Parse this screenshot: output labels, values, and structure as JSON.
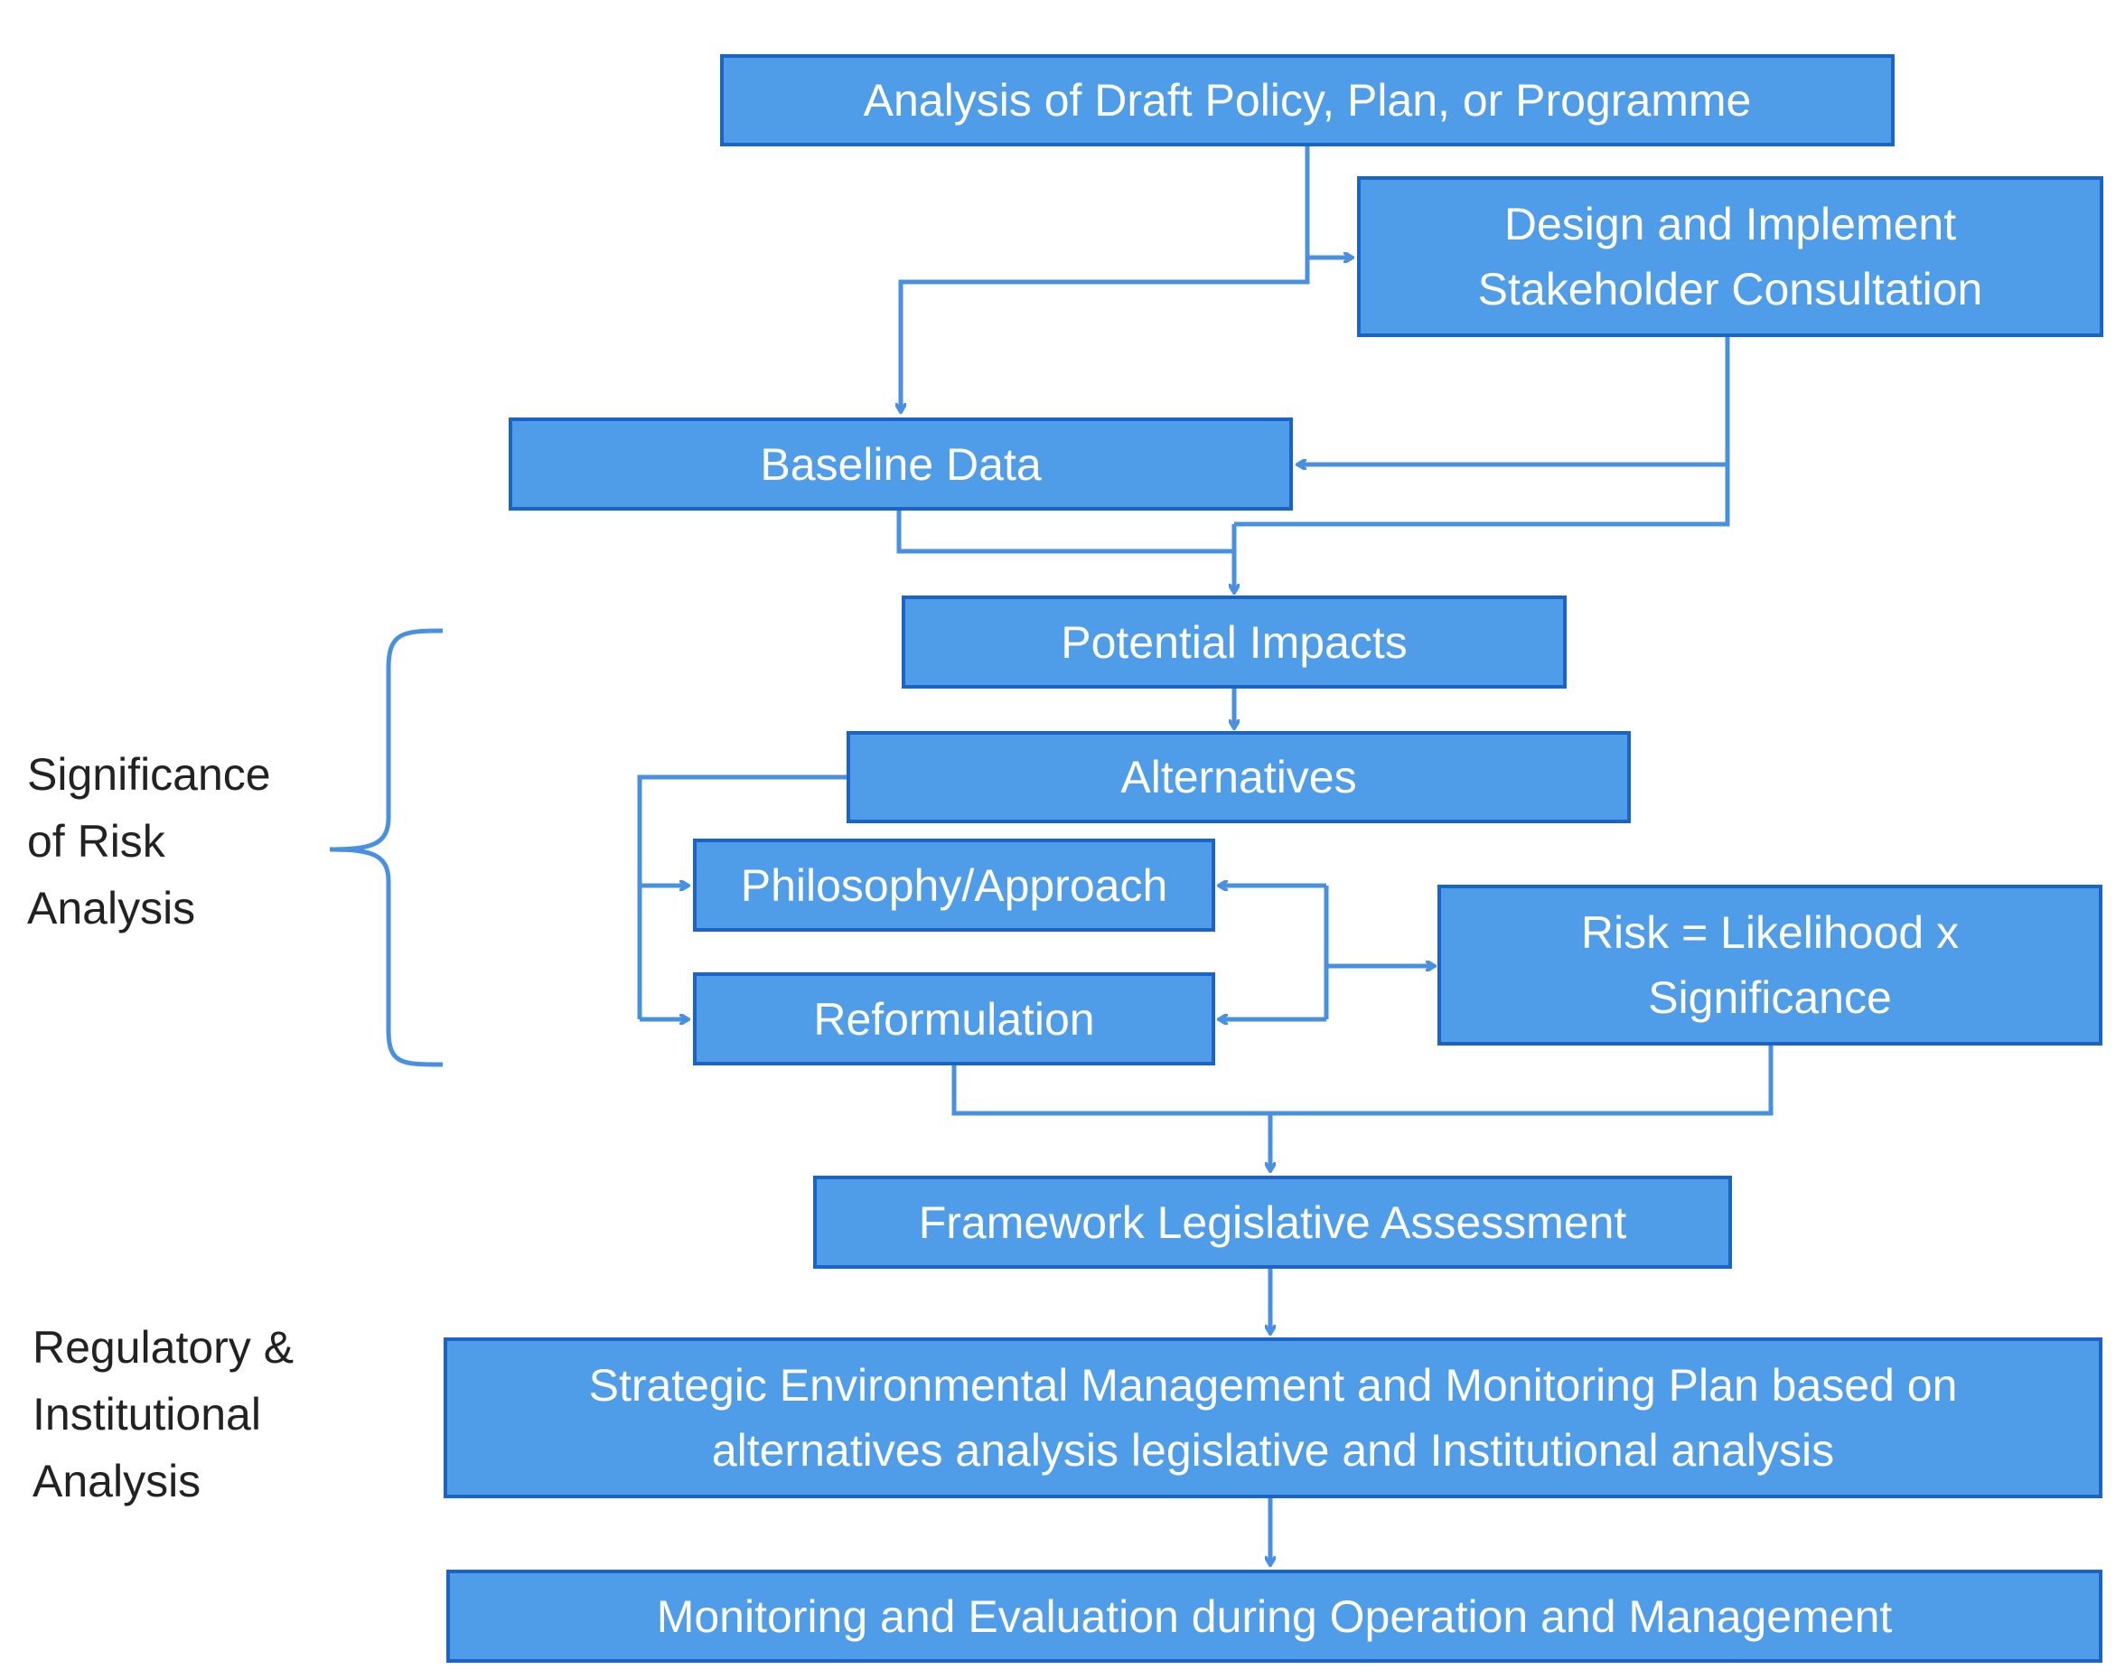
{
  "colors": {
    "box_fill": "#4f9ce8",
    "box_border": "#1a63c9",
    "box_text": "#ffffff",
    "connector": "#4a90e2",
    "side_label_text": "#222222"
  },
  "boxes": {
    "analysis": "Analysis of Draft Policy, Plan, or Programme",
    "stakeholder": "Design and Implement\nStakeholder Consultation",
    "baseline": "Baseline Data",
    "impacts": "Potential Impacts",
    "alternatives": "Alternatives",
    "philosophy": "Philosophy/Approach",
    "reformulation": "Reformulation",
    "risk": "Risk = Likelihood x\nSignificance",
    "framework": "Framework Legislative Assessment",
    "strategic": "Strategic Environmental Management and Monitoring Plan based on\nalternatives analysis legislative and Institutional analysis",
    "monitoring": "Monitoring and Evaluation during Operation and Management"
  },
  "side_labels": {
    "risk_analysis": "Significance\nof Risk\nAnalysis",
    "regulatory": "Regulatory &\nInstitutional\nAnalysis"
  }
}
